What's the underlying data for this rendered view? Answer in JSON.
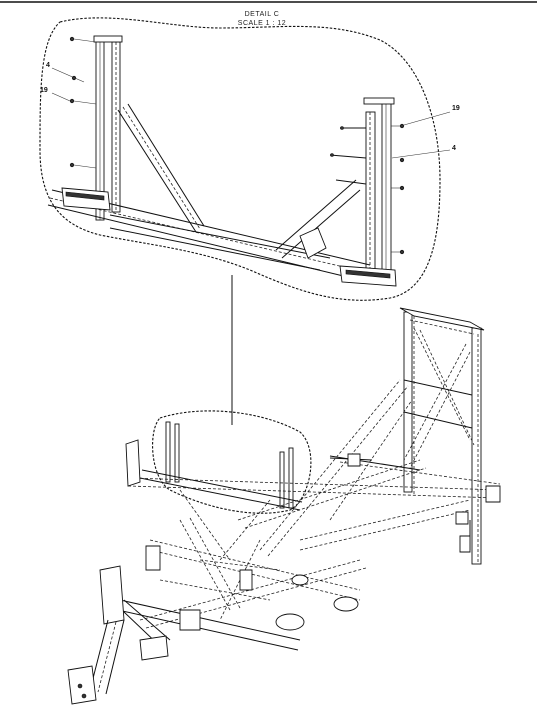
{
  "detail": {
    "title": "DETAIL C",
    "scale": "SCALE 1 : 12"
  },
  "callouts": {
    "left_upper": "4",
    "left_lower": "19",
    "right_upper": "19",
    "right_lower": "4"
  }
}
